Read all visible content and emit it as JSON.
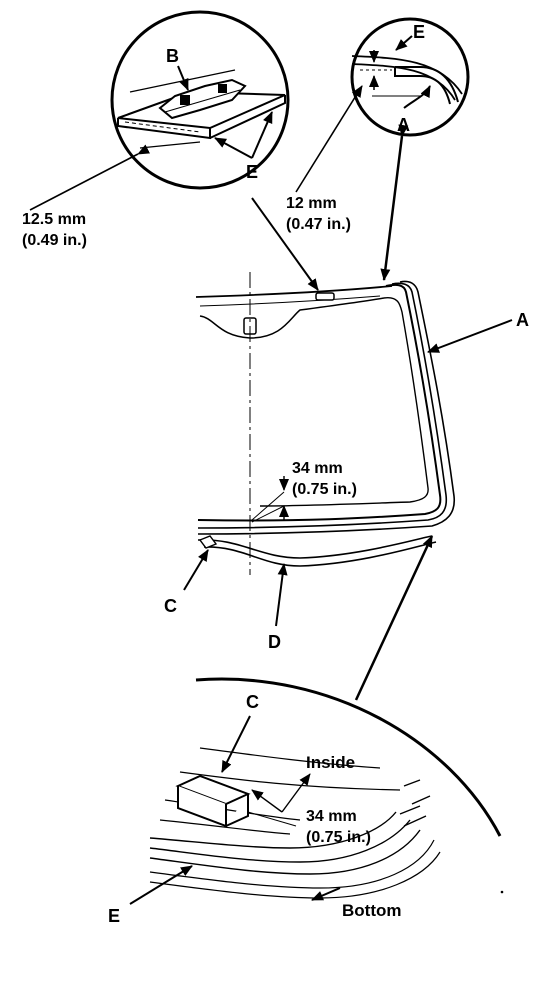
{
  "labels": {
    "b": "B",
    "e_top": "E",
    "e_mid": "E",
    "e_bottom": "E",
    "a_top": "A",
    "a_right": "A",
    "c_mid": "C",
    "c_bottom": "C",
    "d": "D"
  },
  "dimensions": {
    "left_mm": "12.5 mm",
    "left_in": "(0.49 in.)",
    "right_mm": "12 mm",
    "right_in": "(0.47 in.)",
    "mid_mm": "34 mm",
    "mid_in": "(0.75 in.)",
    "bottom_mm": "34 mm",
    "bottom_in": "(0.75 in.)"
  },
  "words": {
    "inside": "Inside",
    "bottom": "Bottom"
  }
}
